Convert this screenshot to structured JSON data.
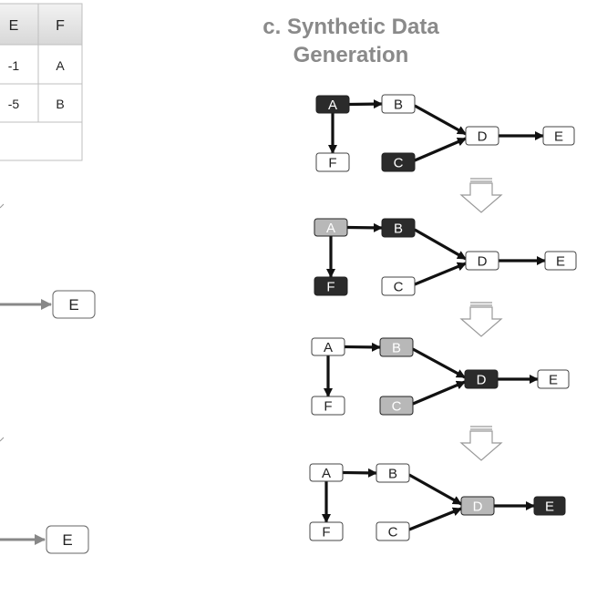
{
  "panel_c": {
    "title_line1": "c. Synthetic Data",
    "title_line2": "Generation"
  },
  "table": {
    "headers": [
      "E",
      "F"
    ],
    "rows": [
      [
        "-1",
        "A"
      ],
      [
        "-5",
        "B"
      ]
    ]
  },
  "left_nodes": [
    "E",
    "E"
  ],
  "steps": [
    {
      "nodes": {
        "A": "A",
        "B": "B",
        "C": "C",
        "D": "D",
        "E": "E",
        "F": "F"
      },
      "style": {
        "A": "dark",
        "B": "white",
        "C": "dark",
        "D": "white",
        "E": "white",
        "F": "white"
      }
    },
    {
      "nodes": {
        "A": "A",
        "B": "B",
        "C": "C",
        "D": "D",
        "E": "E",
        "F": "F"
      },
      "style": {
        "A": "light",
        "B": "dark",
        "C": "white",
        "D": "white",
        "E": "white",
        "F": "dark"
      }
    },
    {
      "nodes": {
        "A": "A",
        "B": "B",
        "C": "C",
        "D": "D",
        "E": "E",
        "F": "F"
      },
      "style": {
        "A": "white",
        "B": "light",
        "C": "light",
        "D": "dark",
        "E": "white",
        "F": "white"
      }
    },
    {
      "nodes": {
        "A": "A",
        "B": "B",
        "C": "C",
        "D": "D",
        "E": "E",
        "F": "F"
      },
      "style": {
        "A": "white",
        "B": "white",
        "C": "white",
        "D": "light",
        "E": "dark",
        "F": "white"
      }
    }
  ],
  "colors": {
    "dark": "#2b2b2b",
    "light": "#b8b8b8",
    "white": "#ffffff",
    "stroke": "#333333",
    "title": "#8a8a8a",
    "table_header": "#e6e6e6",
    "table_border": "#bfbfbf",
    "left_arrow": "#888888"
  }
}
